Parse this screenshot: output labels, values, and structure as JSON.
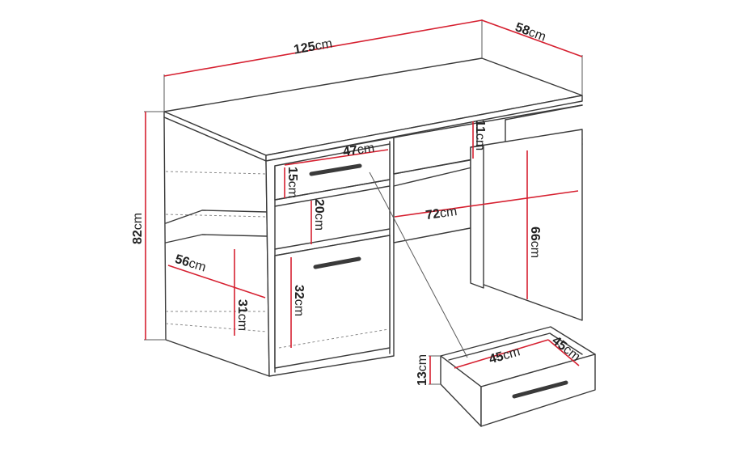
{
  "colors": {
    "dimension_line": "#d62030",
    "outline": "#3a3a3a",
    "background": "#ffffff"
  },
  "dimensions": {
    "width": {
      "value": "125",
      "unit": "cm"
    },
    "depth": {
      "value": "58",
      "unit": "cm"
    },
    "height": {
      "value": "82",
      "unit": "cm"
    },
    "drawer_width": {
      "value": "47",
      "unit": "cm"
    },
    "top_shelf": {
      "value": "11",
      "unit": "cm"
    },
    "drawer_front": {
      "value": "15",
      "unit": "cm"
    },
    "shelf_gap": {
      "value": "20",
      "unit": "cm"
    },
    "knee_width": {
      "value": "72",
      "unit": "cm"
    },
    "knee_height": {
      "value": "66",
      "unit": "cm"
    },
    "side_depth": {
      "value": "56",
      "unit": "cm"
    },
    "cabinet_door": {
      "value": "32",
      "unit": "cm"
    },
    "side_height": {
      "value": "31",
      "unit": "cm"
    },
    "box_width": {
      "value": "45",
      "unit": "cm"
    },
    "box_depth": {
      "value": "45",
      "unit": "cm"
    },
    "box_height": {
      "value": "13",
      "unit": "cm"
    }
  }
}
